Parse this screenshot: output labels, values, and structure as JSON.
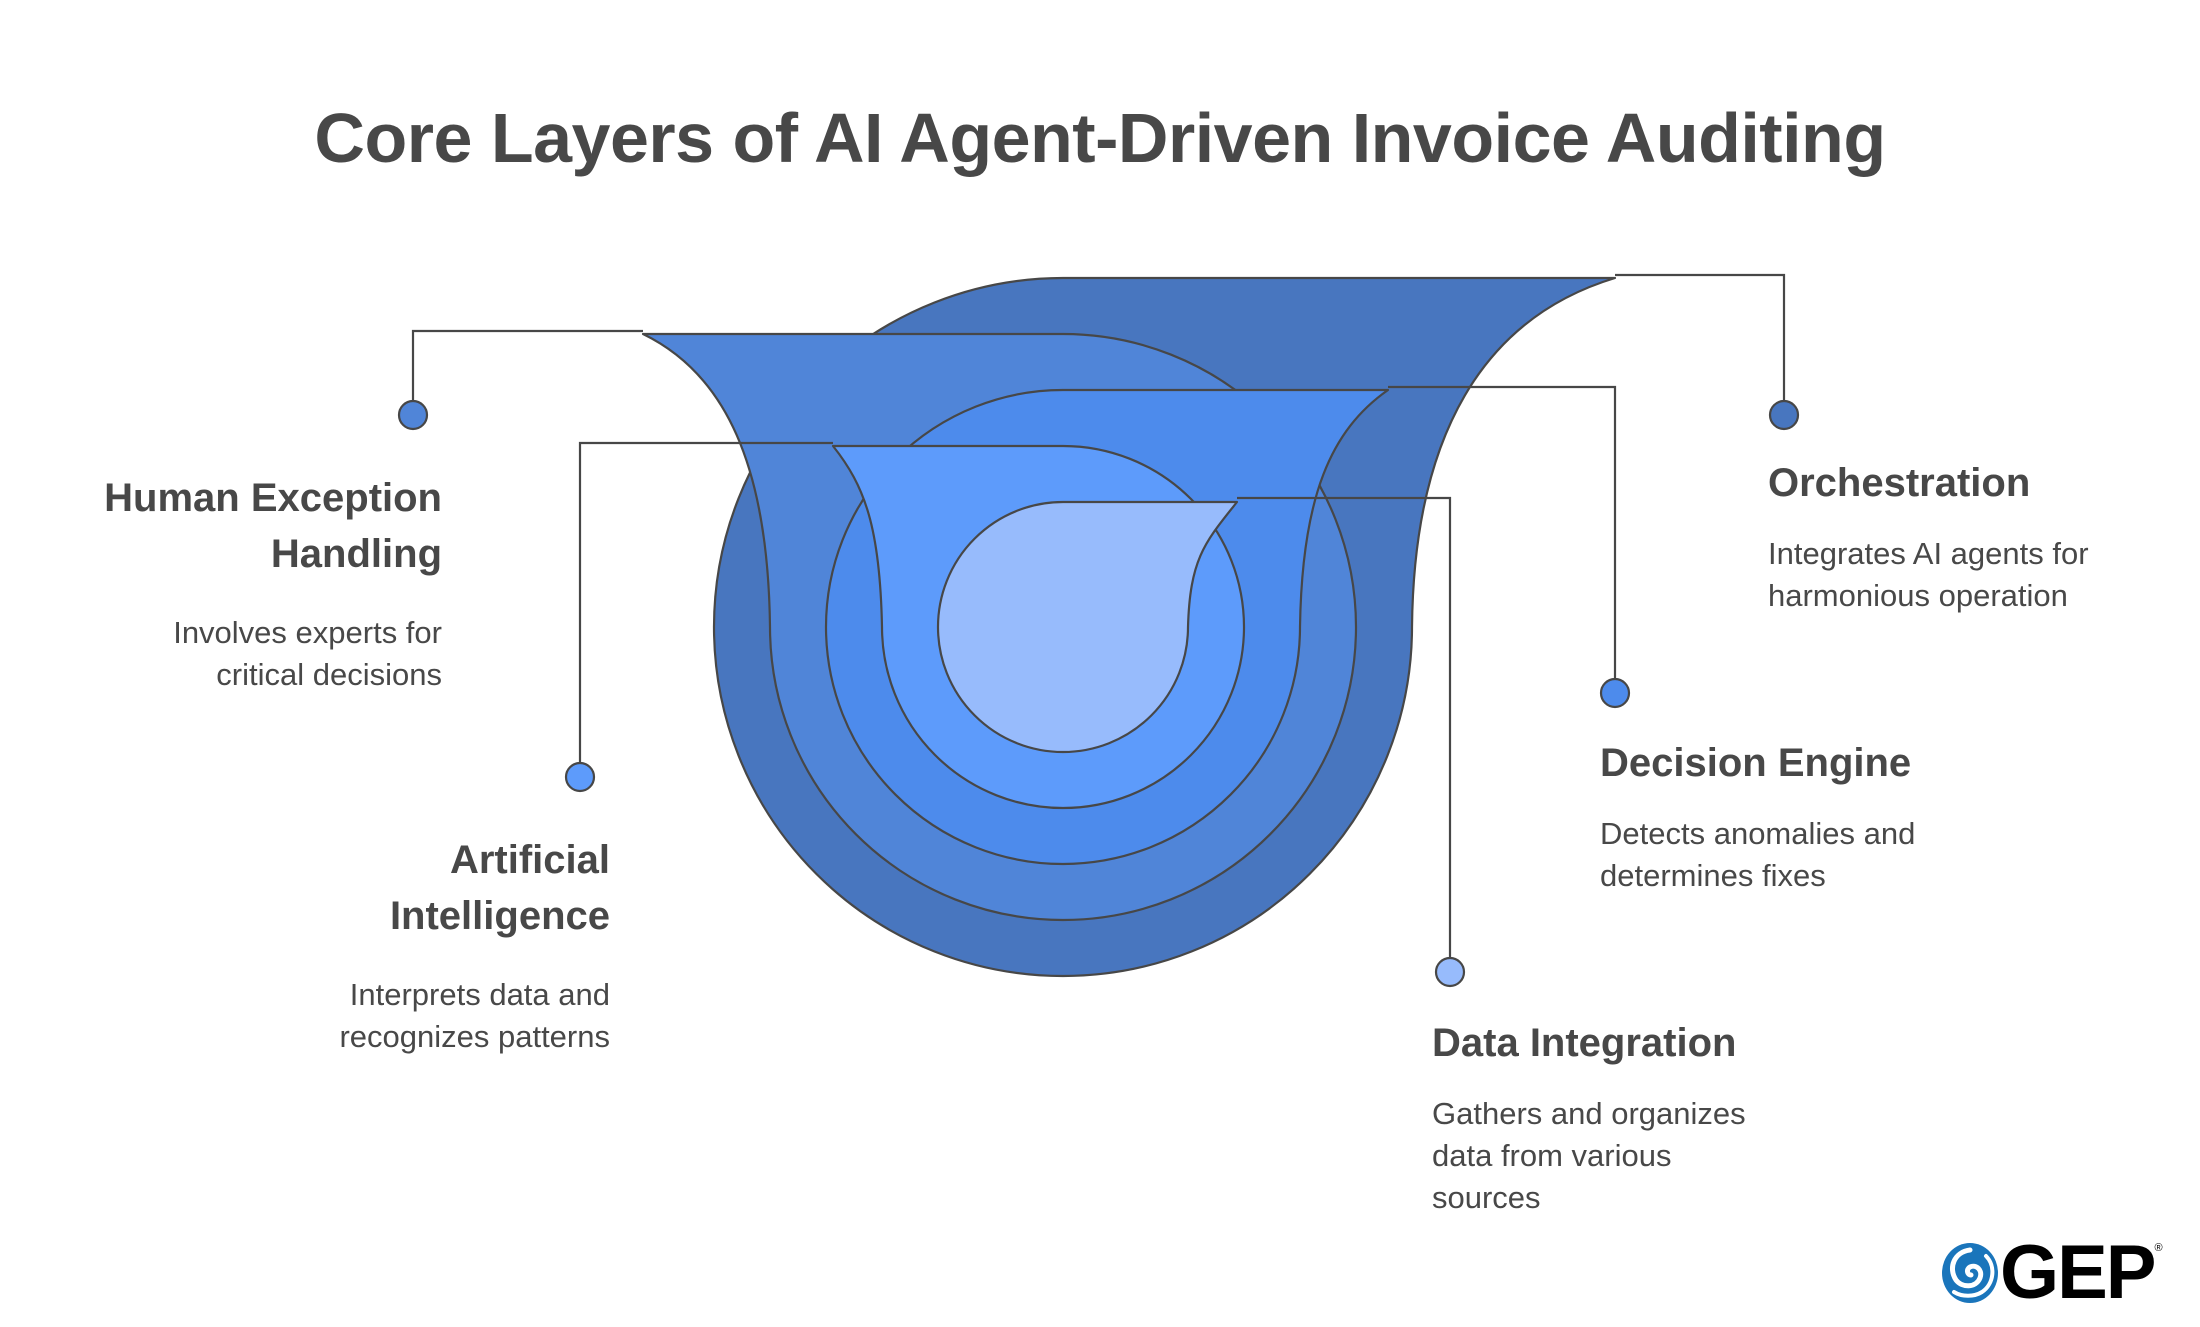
{
  "title": "Core Layers of AI Agent-Driven Invoice Auditing",
  "colors": {
    "outline": "#474747",
    "text": "#484848",
    "logo_blue": "#1A75BB"
  },
  "layers": [
    {
      "id": "orchestration",
      "heading": "Orchestration",
      "description_lines": [
        "Integrates AI agents for",
        "harmonious operation"
      ],
      "color": "#4876BF",
      "side": "right"
    },
    {
      "id": "human",
      "heading_lines": [
        "Human Exception",
        "Handling"
      ],
      "description_lines": [
        "Involves experts for",
        "critical decisions"
      ],
      "color": "#5085D8",
      "side": "left"
    },
    {
      "id": "decision",
      "heading": "Decision Engine",
      "description_lines": [
        "Detects anomalies and",
        "determines fixes"
      ],
      "color": "#4D8BEC",
      "side": "right"
    },
    {
      "id": "ai",
      "heading_lines": [
        "Artificial",
        "Intelligence"
      ],
      "description_lines": [
        "Interprets data and",
        "recognizes patterns"
      ],
      "color": "#5D9BFB",
      "side": "left"
    },
    {
      "id": "data",
      "heading": "Data Integration",
      "description_lines": [
        "Gathers and organizes",
        "data from various",
        "sources"
      ],
      "color": "#97BBFC",
      "side": "right"
    }
  ],
  "logo": {
    "text": "GEP",
    "registered": "®",
    "icon": "swirl-icon"
  }
}
